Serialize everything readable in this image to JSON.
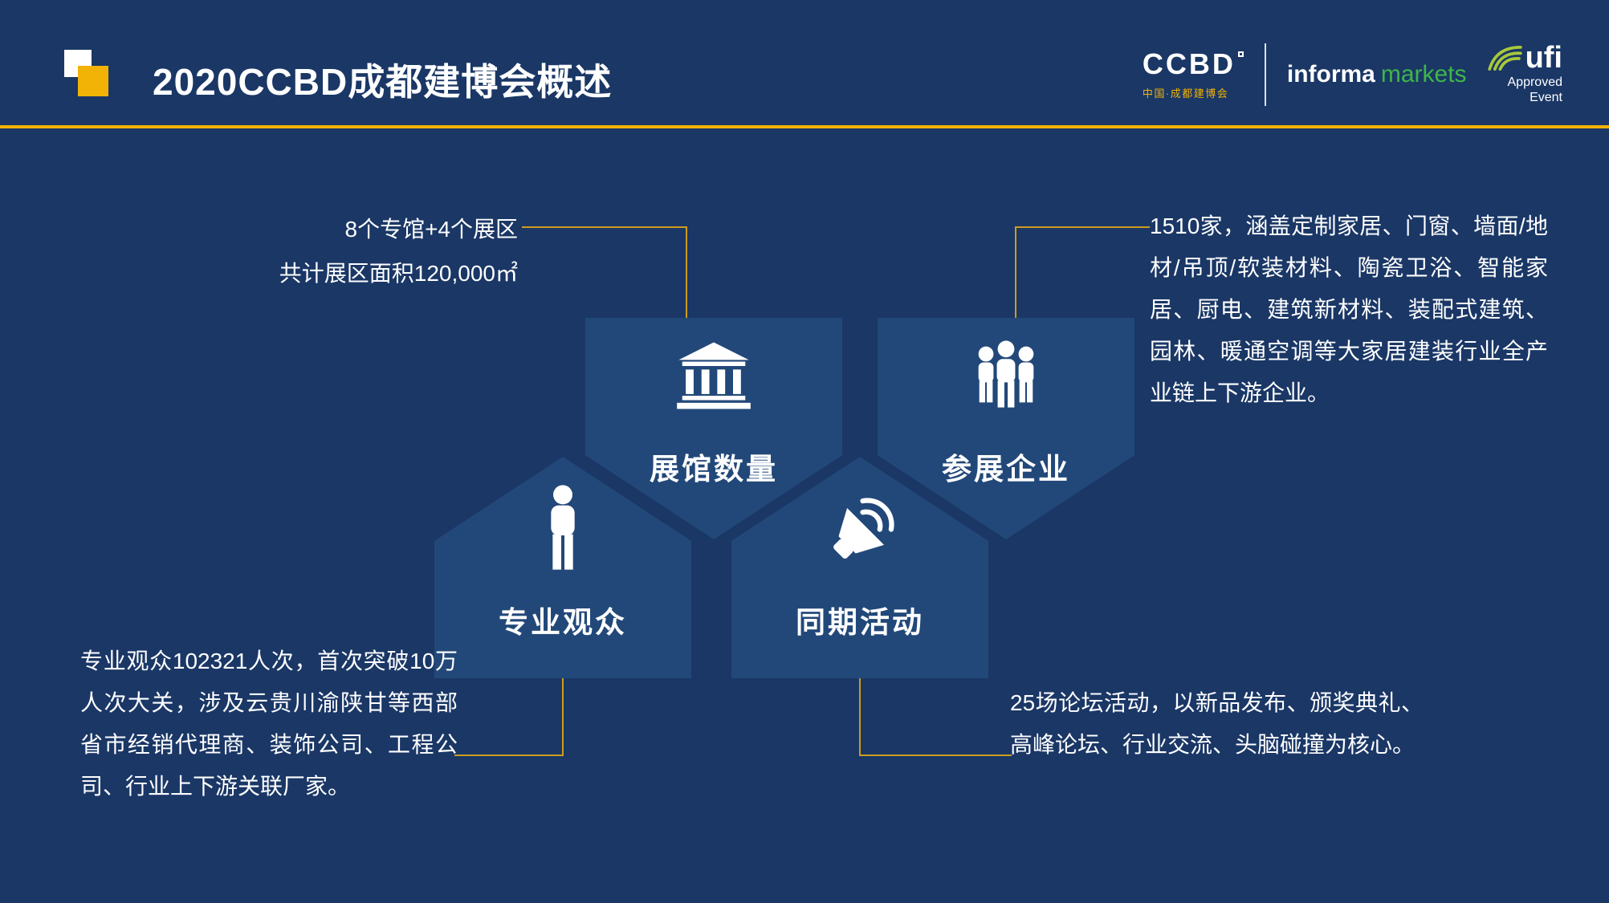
{
  "slide": {
    "title": "2020CCBD成都建博会概述"
  },
  "logos": {
    "ccbd": {
      "name": "CCBD",
      "subtitle": "中国·成都建博会"
    },
    "informa": {
      "word1": "informa",
      "word2": "markets"
    },
    "ufi": {
      "name": "ufi",
      "line1": "Approved",
      "line2": "Event"
    }
  },
  "nodes": [
    {
      "label": "展馆数量",
      "icon": "bank-icon"
    },
    {
      "label": "参展企业",
      "icon": "people-group-icon"
    },
    {
      "label": "专业观众",
      "icon": "person-icon"
    },
    {
      "label": "同期活动",
      "icon": "megaphone-icon"
    }
  ],
  "annotations": {
    "halls_line1": "8个专馆+4个展区",
    "halls_line2": "共计展区面积120,000㎡",
    "exhibitors": "1510家，涵盖定制家居、门窗、墙面/地材/吊顶/软装材料、陶瓷卫浴、智能家居、厨电、建筑新材料、装配式建筑、园林、暖通空调等大家居建装行业全产业链上下游企业。",
    "visitors": "专业观众102321人次，首次突破10万人次大关，涉及云贵川渝陕甘等西部省市经销代理商、装饰公司、工程公司、行业上下游关联厂家。",
    "events": "25场论坛活动，以新品发布、颁奖典礼、高峰论坛、行业交流、头脑碰撞为核心。"
  },
  "colors": {
    "background": "#1a3766",
    "shape": "#224879",
    "accent_gold": "#f2b306",
    "connector_gold": "#cf9c1d",
    "informa_green": "#3eb649",
    "ufi_green": "#a8c83c"
  }
}
